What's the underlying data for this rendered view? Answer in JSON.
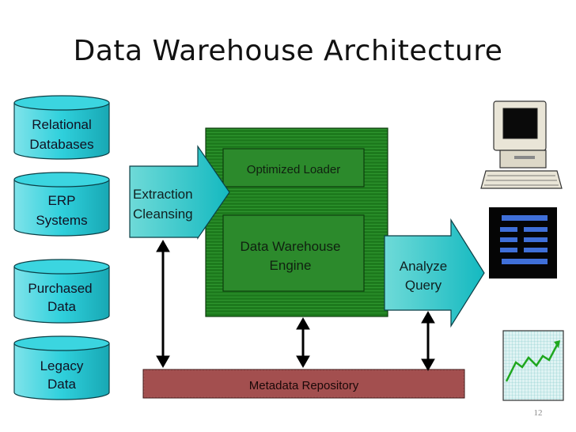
{
  "title": "Data Warehouse Architecture",
  "sources": [
    {
      "line1": "Relational",
      "line2": "Databases"
    },
    {
      "line1": "ERP",
      "line2": "Systems"
    },
    {
      "line1": "Purchased",
      "line2": "Data"
    },
    {
      "line1": "Legacy",
      "line2": "Data"
    }
  ],
  "extraction": {
    "line1": "Extraction",
    "line2": "Cleansing"
  },
  "warehouse": {
    "loader": "Optimized Loader",
    "engine_line1": "Data Warehouse",
    "engine_line2": "Engine"
  },
  "analyze": {
    "line1": "Analyze",
    "line2": "Query"
  },
  "metadata": "Metadata Repository",
  "page_number": "12",
  "icons": [
    "desktop-computer-icon",
    "server-rack-icon",
    "line-chart-icon"
  ],
  "colors": {
    "cylinder": "#2fd0dc",
    "arrow_fill": "#20c8c8",
    "warehouse": "#1e7a1e",
    "inner_box": "#2e8a2e",
    "metadata": "#a34f4f"
  }
}
